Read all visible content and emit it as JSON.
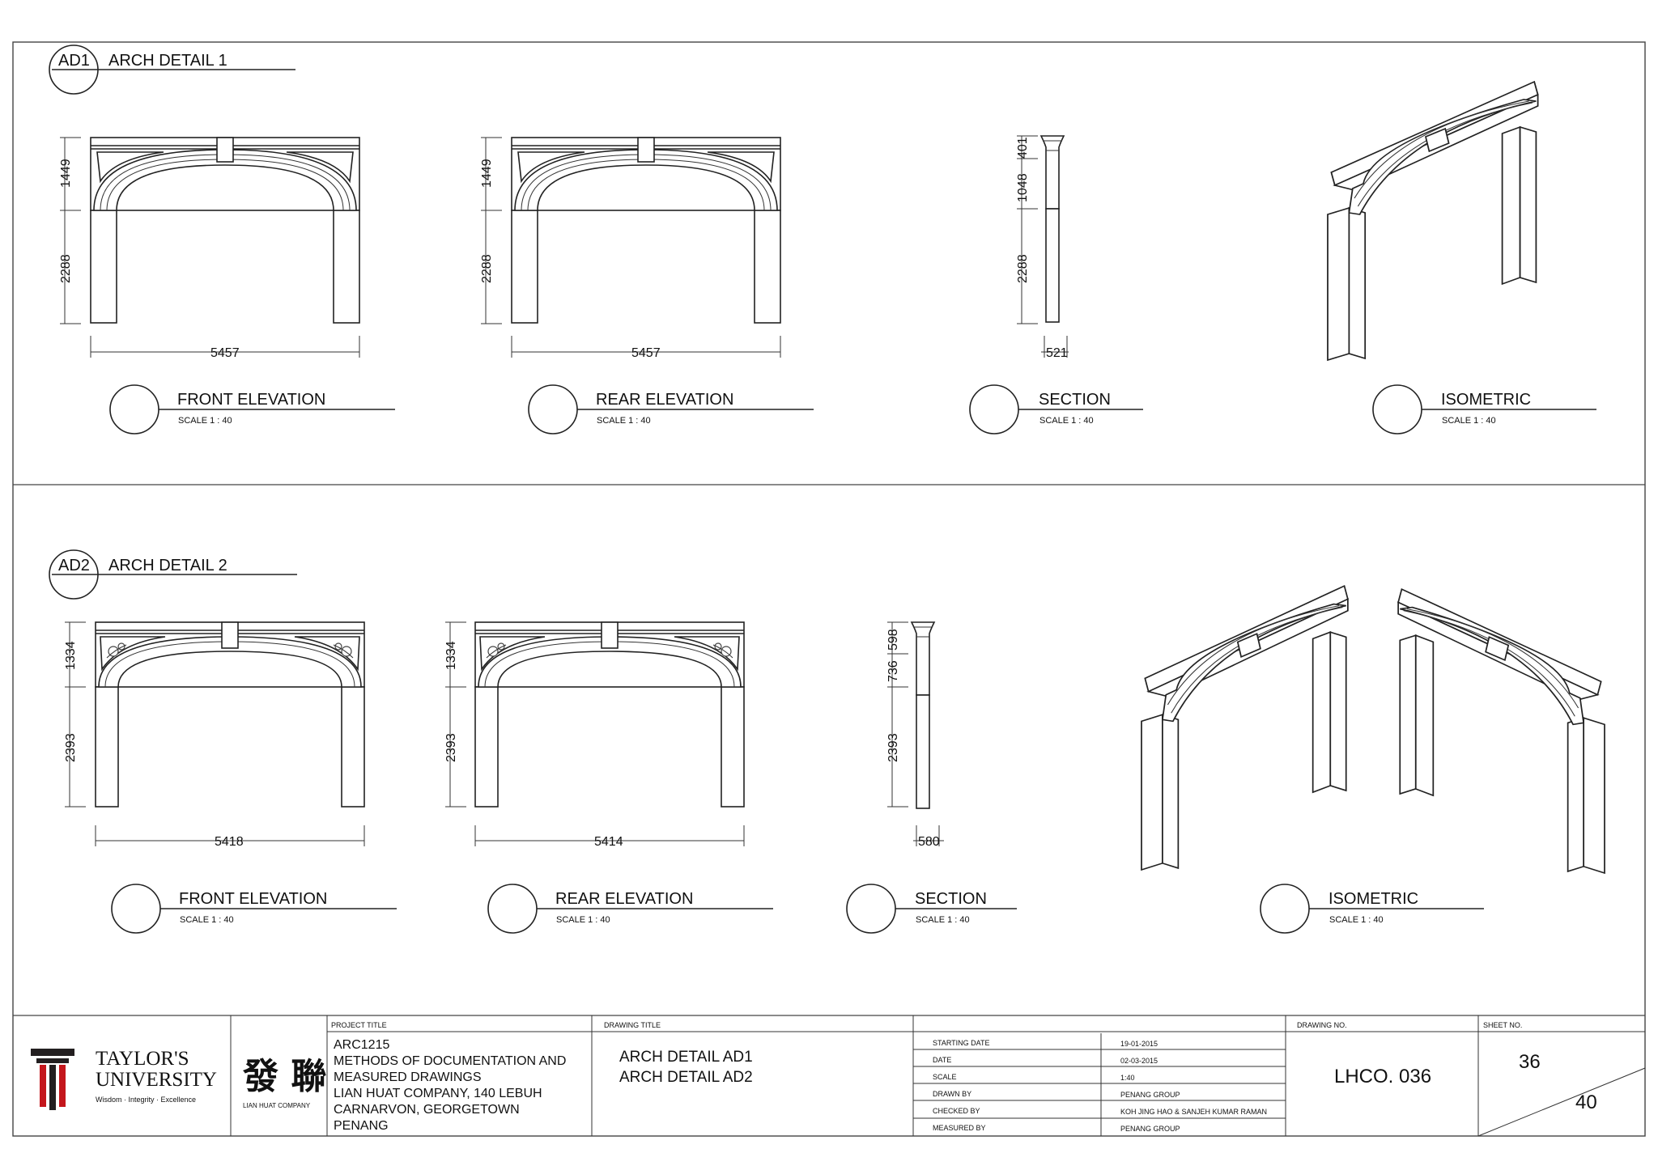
{
  "details": [
    {
      "code": "AD1",
      "title": "ARCH DETAIL 1",
      "views": [
        {
          "name": "FRONT ELEVATION",
          "scale": "SCALE 1 : 40"
        },
        {
          "name": "REAR ELEVATION",
          "scale": "SCALE 1 : 40"
        },
        {
          "name": "SECTION",
          "scale": "SCALE 1 : 40"
        },
        {
          "name": "ISOMETRIC",
          "scale": "SCALE 1 : 40"
        }
      ],
      "dims": {
        "front": {
          "upper": "1449",
          "lower": "2288",
          "width": "5457"
        },
        "rear": {
          "upper": "1449",
          "lower": "2288",
          "width": "5457"
        },
        "section": {
          "top": "401",
          "mid": "1048",
          "lower": "2288",
          "width": "521"
        }
      }
    },
    {
      "code": "AD2",
      "title": "ARCH DETAIL 2",
      "views": [
        {
          "name": "FRONT ELEVATION",
          "scale": "SCALE 1 : 40"
        },
        {
          "name": "REAR ELEVATION",
          "scale": "SCALE 1 : 40"
        },
        {
          "name": "SECTION",
          "scale": "SCALE 1 : 40"
        },
        {
          "name": "ISOMETRIC",
          "scale": "SCALE 1 : 40"
        }
      ],
      "dims": {
        "front": {
          "upper": "1334",
          "lower": "2393",
          "width": "5418"
        },
        "rear": {
          "upper": "1334",
          "lower": "2393",
          "width": "5414"
        },
        "section": {
          "top": "598",
          "mid": "736",
          "lower": "2393",
          "width": "580"
        }
      }
    }
  ],
  "title_block": {
    "university_line1": "TAYLOR'S",
    "university_line2": "UNIVERSITY",
    "university_motto": "Wisdom · Integrity · Excellence",
    "company_chinese": "發 聯",
    "company_name": "LIAN HUAT COMPANY",
    "project_title_label": "PROJECT TITLE",
    "project_lines": [
      "ARC1215",
      "METHODS OF DOCUMENTATION AND",
      "MEASURED DRAWINGS",
      "LIAN HUAT COMPANY, 140 LEBUH",
      "CARNARVON, GEORGETOWN",
      "PENANG"
    ],
    "drawing_title_label": "DRAWING TITLE",
    "drawing_title_lines": [
      "ARCH DETAIL AD1",
      "ARCH DETAIL AD2"
    ],
    "info_rows": [
      {
        "label": "STARTING DATE",
        "value": "19-01-2015"
      },
      {
        "label": "DATE",
        "value": "02-03-2015"
      },
      {
        "label": "SCALE",
        "value": "1:40"
      },
      {
        "label": "DRAWN BY",
        "value": "PENANG GROUP"
      },
      {
        "label": "CHECKED BY",
        "value": "KOH JING HAO & SANJEH KUMAR RAMAN"
      },
      {
        "label": "MEASURED BY",
        "value": "PENANG GROUP"
      }
    ],
    "drawing_no_label": "DRAWING NO.",
    "drawing_no": "LHCO. 036",
    "sheet_no_label": "SHEET NO.",
    "sheet_no": "36",
    "sheet_total": "40"
  },
  "colors": {
    "line": "#222222",
    "logo_red": "#c4161c",
    "logo_dark": "#231f20"
  }
}
